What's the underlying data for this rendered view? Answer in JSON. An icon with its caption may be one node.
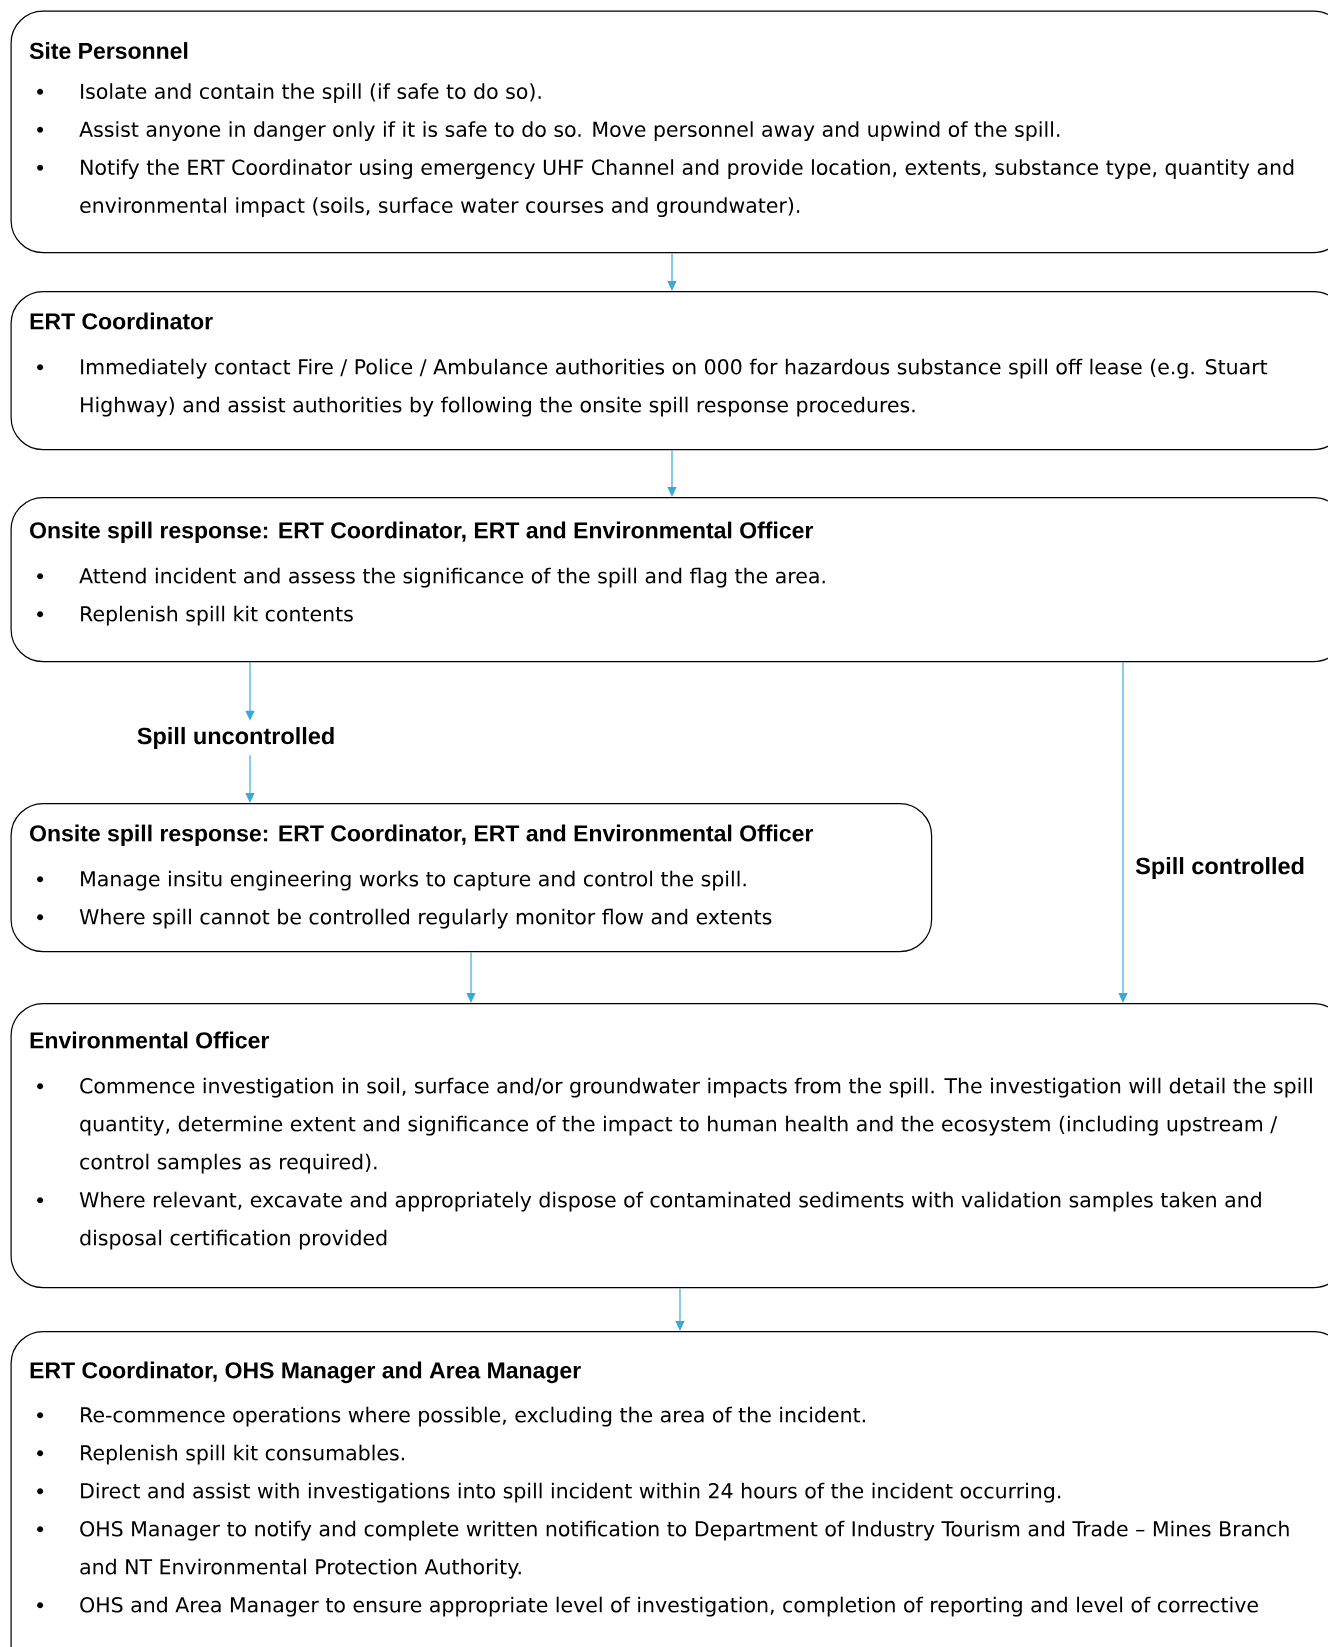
{
  "diagram": {
    "nodes": [
      {
        "text": [
          "Site Personnel",
          "Isolate and contain the spill (if safe to do so).",
          "Assist anyone in danger only if it is safe to do so.  Move personnel away and upwind of the spill.",
          "Notify the ERT Coordinator using emergency UHF Channel and provide location, extents, substance type, quantity and environmental impact (soils, surface water courses and groundwater)."
        ]
      },
      {
        "text": [
          "ERT Coordinator",
          "Immediately contact Fire / Police / Ambulance authorities on 000 for hazardous substance spill off lease (e.g. Stuart Highway) and assist authorities by following the onsite spill response procedures."
        ]
      },
      {
        "text": [
          "Onsite spill response:  ERT Coordinator, ERT and Environmental Officer",
          "Attend incident and assess the significance of the spill and flag the area.",
          "Replenish spill kit contents"
        ]
      },
      {
        "text": [
          "Spill uncontrolled"
        ]
      },
      {
        "text": [
          "Onsite spill response: ERT Coordinator, ERT and Environmental Officer",
          "Manage insitu engineering works to capture and control the spill.",
          "Where spill cannot be controlled regularly monitor flow and extents"
        ]
      },
      {
        "text": [
          "Environmental Officer",
          "Commence investigation in soil, surface and/or groundwater impacts from the spill.  The investigation will detail the spill quantity, determine extent and significance of the impact to human health and the ecosystem (including upstream / control samples as required).",
          "Where relevant, excavate and appropriately dispose of contaminated sediments with validation samples taken and disposal certification provided"
        ]
      },
      {
        "text": [
          "ERT Coordinator, OHS Manager and Area Manager",
          "Re-commence operations where possible, excluding the area of the incident.",
          "Replenish spill kit consumables.",
          "Direct and assist with investigations into spill incident within 24 hours of the incident occurring.",
          "OHS Manager to notify and complete written notification to Department of Industry Tourism and Trade – Mines Branch and NT Environmental Protection Authority.",
          "OHS and Area Manager to ensure appropriate level of investigation, completion of reporting and level of corrective"
        ]
      }
    ],
    "edges": [
      {
        "from": 0,
        "to": 1,
        "arrow": "to"
      },
      {
        "from": 1,
        "to": 2,
        "arrow": "to"
      },
      {
        "from": 2,
        "to": 3,
        "arrow": "to"
      },
      {
        "from": 3,
        "to": 4,
        "arrow": "to"
      },
      {
        "from": 4,
        "to": 5,
        "arrow": "to"
      },
      {
        "from": 2,
        "to": 5,
        "arrow": "to",
        "label": "Spill controlled"
      },
      {
        "from": 5,
        "to": 6,
        "arrow": "to"
      }
    ]
  }
}
